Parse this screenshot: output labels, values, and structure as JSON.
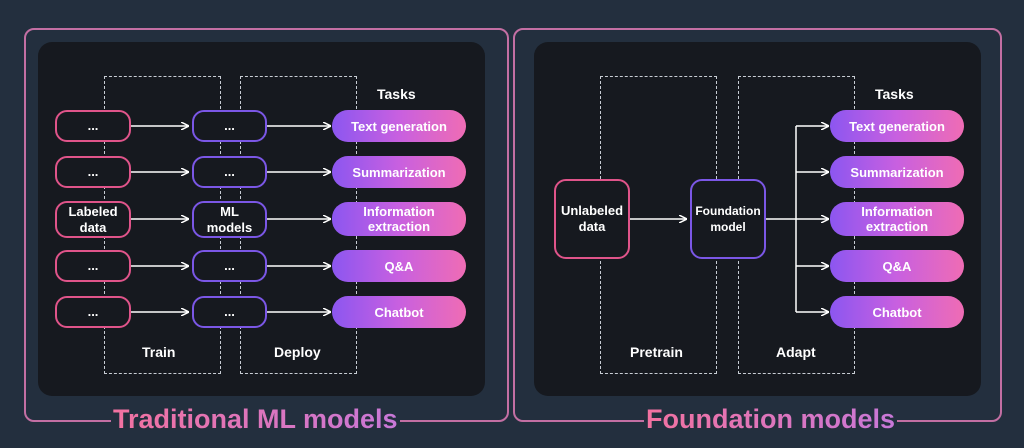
{
  "traditional": {
    "title": "Traditional ML models",
    "tasks_heading": "Tasks",
    "inputs": [
      "...",
      "...",
      "Labeled data",
      "...",
      "..."
    ],
    "models": [
      "...",
      "...",
      "ML models",
      "...",
      "..."
    ],
    "tasks": [
      "Text generation",
      "Summarization",
      "Information extraction",
      "Q&A",
      "Chatbot"
    ],
    "stage_train": "Train",
    "stage_deploy": "Deploy"
  },
  "foundation": {
    "title": "Foundation models",
    "tasks_heading": "Tasks",
    "input": "Unlabeled data",
    "model": "Foundation model",
    "tasks": [
      "Text generation",
      "Summarization",
      "Information extraction",
      "Q&A",
      "Chatbot"
    ],
    "stage_pretrain": "Pretrain",
    "stage_adapt": "Adapt"
  },
  "colors": {
    "background": "#232f3e",
    "panel": "#16191f",
    "frame": "#c36fa3",
    "input_border": "#e0548a",
    "model_border": "#7b57e6",
    "task_gradient_start": "#8c56f0",
    "task_gradient_end": "#ef6cb4"
  }
}
